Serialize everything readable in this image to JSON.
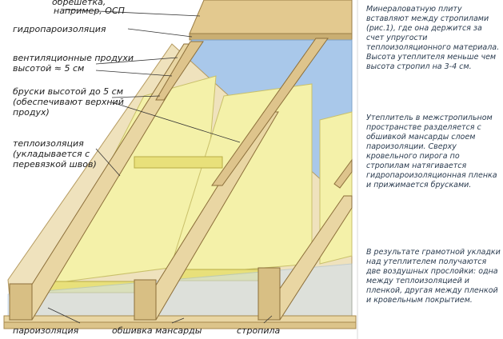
{
  "labels": {
    "sheathing": "обрешетка,",
    "sheathing_example": "например, ОСП",
    "hydro_barrier": "гидропароизоляция",
    "vents_line1": "вентиляционные продухи",
    "vents_line2": "высотой ≈ 5 см",
    "battens_line1": "бруски высотой до 5 см",
    "battens_line2": "(обеспечивают верхний",
    "battens_line3": "продух)",
    "insulation_line1": "теплоизоляция",
    "insulation_line2": "(укладывается с",
    "insulation_line3": "перевязкой швов)",
    "vapor_barrier": "пароизоляция",
    "attic_lining": "обшивка мансарды",
    "rafter": "стропила"
  },
  "notes": {
    "p1": "Минераловатную плиту вставляют между стропилами (рис.1), где она держится за счет упругости теплоизоляционного материала. Высота утеплителя меньше чем высота стропил на 3-4 см.",
    "p2": "Утеплитель в межстропильном пространстве разделяется с обшивкой мансарды слоем пароизоляции. Сверху кровельного пирога по стропилам натягивается гидропароизоляционная пленка и прижимается брусками.",
    "p3": "В результате грамотной укладки над утеплителем получаются две воздушных прослойки: одна между теплоизоляцией и пленкой, другая между пленкой и кровельным покрытием."
  },
  "colors": {
    "wood": "#e9d6a3",
    "wood_dark": "#c9ae72",
    "insulation": "#f4f1a9",
    "membrane": "#a9c8ea",
    "vapor": "#cfe0f2",
    "osb": "#e3c98f",
    "note_text": "#2a3b4f"
  }
}
